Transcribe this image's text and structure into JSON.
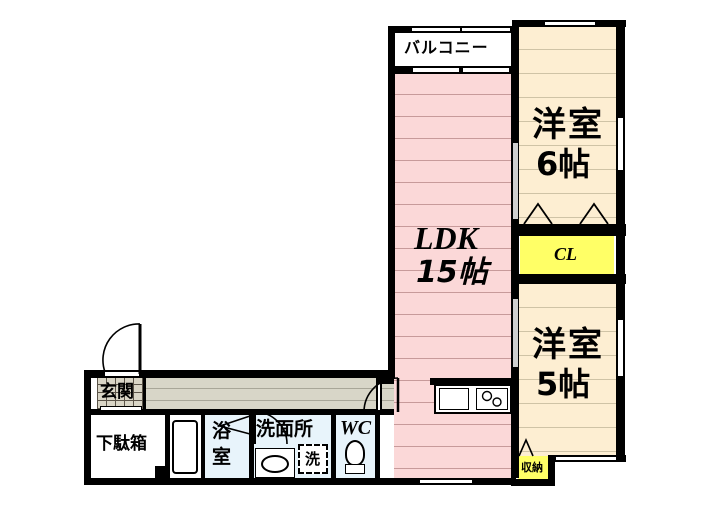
{
  "plan": {
    "type": "floor-plan",
    "layout_code": "2LDK",
    "units": "帖 (jo / tatami mats)",
    "rooms": [
      {
        "id": "balcony",
        "label": "バルコニー",
        "size": "",
        "fill": "#ffffff"
      },
      {
        "id": "ldk",
        "label": "LDK",
        "size": "15帖",
        "fill": "#fbd8d8"
      },
      {
        "id": "washitsu6",
        "label": "洋室",
        "size": "6帖",
        "fill": "#fdeed2"
      },
      {
        "id": "washitsu5",
        "label": "洋室",
        "size": "5帖",
        "fill": "#fdeed2"
      },
      {
        "id": "closet",
        "label": "CL",
        "size": "",
        "fill": "#ffff66"
      },
      {
        "id": "storage",
        "label": "収納",
        "size": "",
        "fill": "#ffff66"
      },
      {
        "id": "genkan",
        "label": "玄関",
        "size": "",
        "fill": "#d9d5c6"
      },
      {
        "id": "getabako",
        "label": "下駄箱",
        "size": "",
        "fill": "#ffffff"
      },
      {
        "id": "bath",
        "label": "浴室",
        "size": "",
        "fill": "#e8f4fb"
      },
      {
        "id": "senmenjo",
        "label": "洗面所",
        "size": "",
        "fill": "#e8f4fb"
      },
      {
        "id": "washer",
        "label": "洗",
        "size": "",
        "fill": "#ffffff"
      },
      {
        "id": "wc",
        "label": "WC",
        "size": "",
        "fill": "#e8f4fb"
      }
    ],
    "labels": {
      "balcony": "バルコニー",
      "ldk_name": "LDK",
      "ldk_size": "15帖",
      "room6_name": "洋室",
      "room6_size": "6帖",
      "room5_name": "洋室",
      "room5_size": "5帖",
      "cl": "CL",
      "storage": "収納",
      "genkan": "玄関",
      "getabako": "下駄箱",
      "bath_l1": "浴",
      "bath_l2": "室",
      "senmenjo": "洗面所",
      "washer": "洗",
      "wc": "WC"
    },
    "colors": {
      "wall": "#000000",
      "ldk_fill": "#fbd8d8",
      "ldk_line": "#c79a9a",
      "tatami_fill": "#fdeed2",
      "tatami_line": "#cfc3a6",
      "closet_fill": "#ffff66",
      "wet_fill": "#e8f4fb",
      "hall_fill": "#d8d6c8",
      "genkan_fill": "#d9d5c6",
      "background": "#ffffff"
    },
    "fixtures": [
      {
        "id": "kitchen-sink",
        "name": "sink"
      },
      {
        "id": "kitchen-stove",
        "name": "stove-burners"
      },
      {
        "id": "bathtub",
        "name": "bathtub"
      },
      {
        "id": "vanity-basin",
        "name": "wash-basin"
      },
      {
        "id": "washer-slot",
        "name": "washing-machine"
      },
      {
        "id": "toilet",
        "name": "toilet"
      }
    ]
  }
}
